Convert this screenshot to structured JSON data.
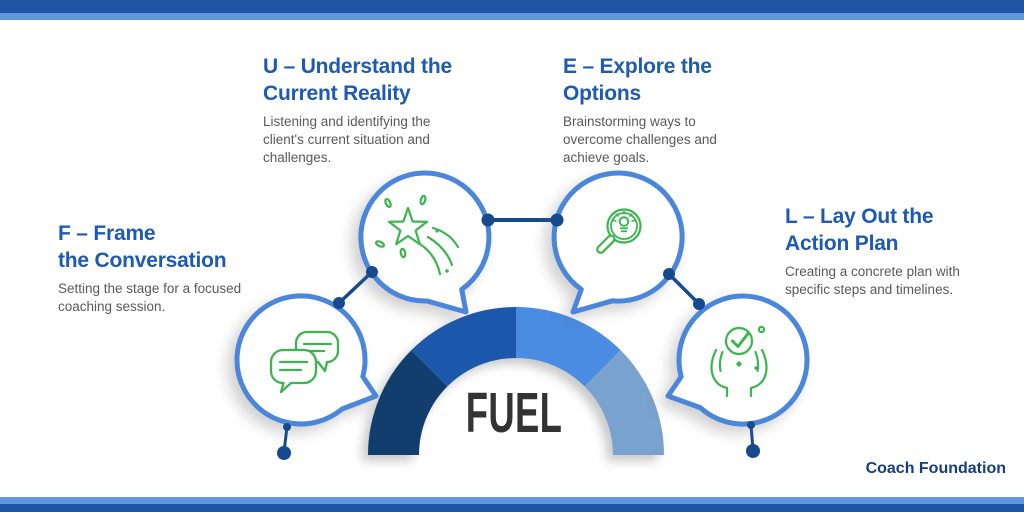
{
  "brand": {
    "label": "Coach Foundation"
  },
  "gauge": {
    "label": "FUEL",
    "segment_colors": [
      "#123e6d",
      "#1b58ac",
      "#4a8ce2",
      "#7aa2cf"
    ]
  },
  "steps": [
    {
      "letter": "F",
      "title_line1": "F – Frame",
      "title_line2": "the Conversation",
      "description": "Setting the stage for a focused coaching session.",
      "icon": "chat-bubbles-icon"
    },
    {
      "letter": "U",
      "title_line1": "U – Understand the",
      "title_line2": "Current Reality",
      "description": "Listening and identifying the client's current situation and challenges.",
      "icon": "shooting-star-icon"
    },
    {
      "letter": "E",
      "title_line1": "E – Explore the",
      "title_line2": "Options",
      "description": "Brainstorming ways to overcome challenges and achieve goals.",
      "icon": "magnifier-bulb-icon"
    },
    {
      "letter": "L",
      "title_line1": "L – Lay Out the",
      "title_line2": "Action Plan",
      "description": "Creating a concrete plan with specific steps and timelines.",
      "icon": "hands-check-icon"
    }
  ],
  "colors": {
    "title_blue": "#1d5ab2",
    "body_gray": "#58595b",
    "circle_border_blue": "#4a86db",
    "connector_navy": "#164a8f",
    "icon_green": "#3cb54e",
    "fuel_text": "#333333",
    "banner_dark": "#1e55a4",
    "banner_light": "#5e96da"
  }
}
